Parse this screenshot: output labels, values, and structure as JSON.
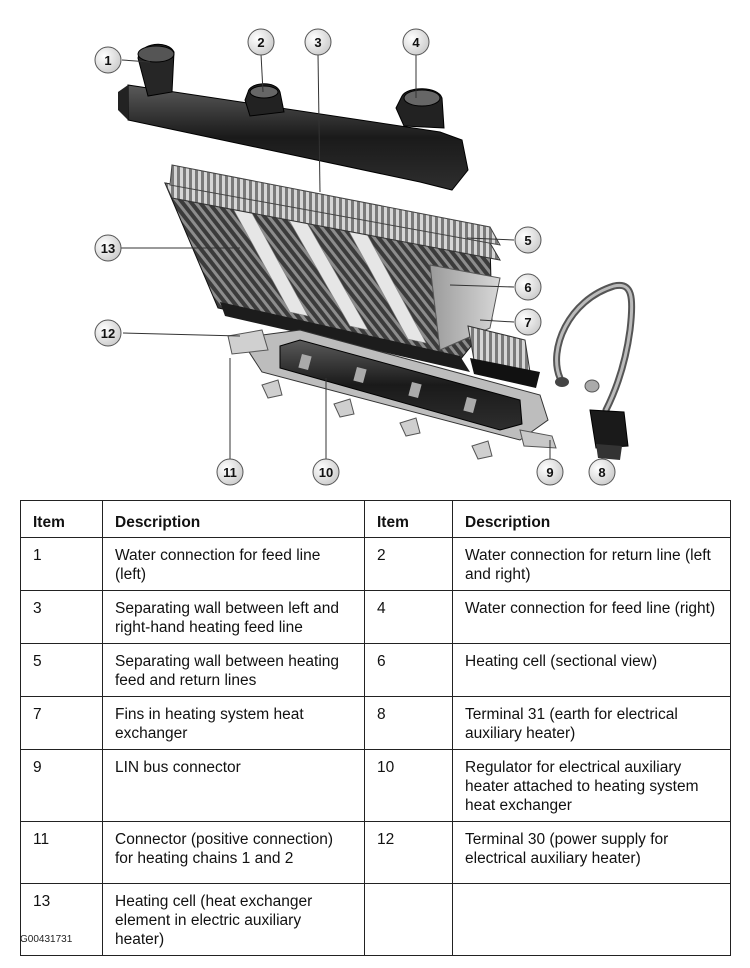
{
  "callouts": [
    "1",
    "2",
    "3",
    "4",
    "5",
    "6",
    "7",
    "8",
    "9",
    "10",
    "11",
    "12",
    "13"
  ],
  "table": {
    "headers": [
      "Item",
      "Description",
      "Item",
      "Description"
    ],
    "rows": [
      [
        "1",
        "Water connection for feed line (left)",
        "2",
        "Water connection for return line (left and right)"
      ],
      [
        "3",
        "Separating wall between left and right-hand heating feed line",
        "4",
        "Water connection for feed line (right)"
      ],
      [
        "5",
        "Separating wall between heating feed and return lines",
        "6",
        "Heating cell (sectional view)"
      ],
      [
        "7",
        "Fins in heating system heat exchanger",
        "8",
        "Terminal 31 (earth for electrical auxiliary heater)"
      ],
      [
        "9",
        "LIN bus connector",
        "10",
        "Regulator for electrical auxiliary heater attached to heating system heat exchanger"
      ],
      [
        "11",
        "Connector (positive connection) for heating chains 1 and 2",
        "12",
        "Terminal 30 (power supply for electrical auxiliary heater)"
      ],
      [
        "13",
        "Heating cell (heat exchanger element in electric auxiliary heater)",
        "",
        ""
      ]
    ]
  },
  "figure_code": "G00431731"
}
